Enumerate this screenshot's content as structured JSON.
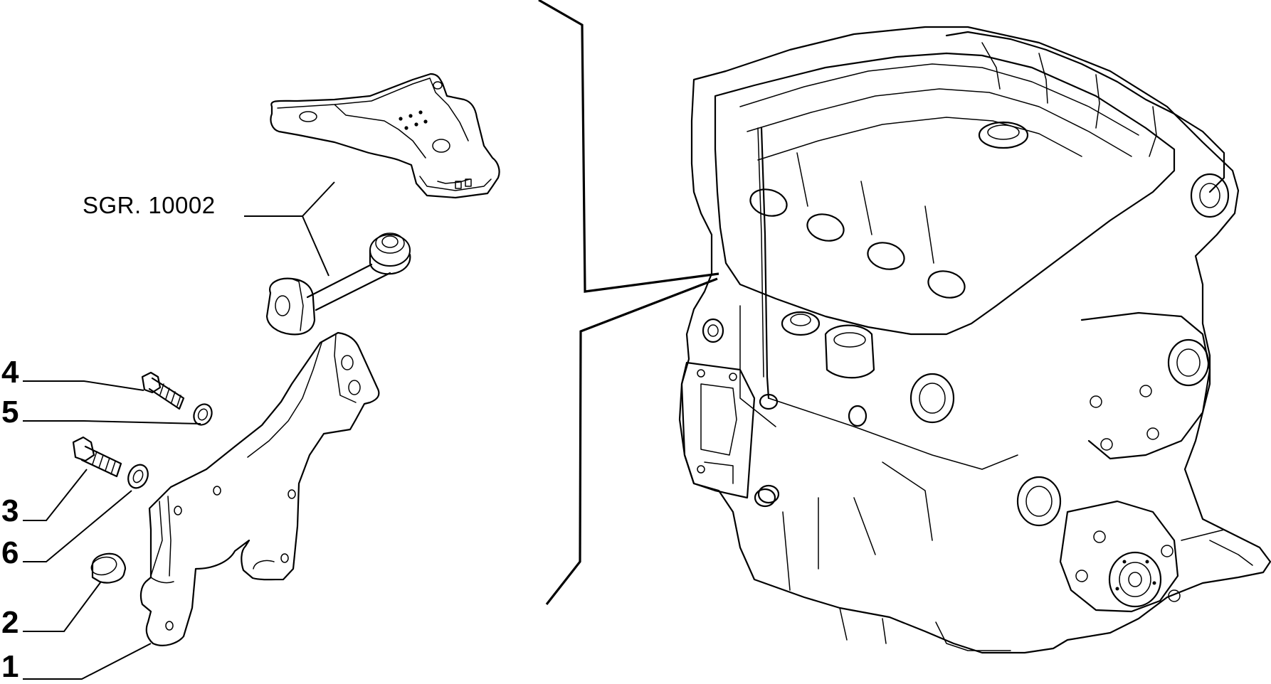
{
  "diagram": {
    "reference_group_label": "SGR. 10002",
    "callouts": [
      {
        "id": "4",
        "label": "4"
      },
      {
        "id": "5",
        "label": "5"
      },
      {
        "id": "3",
        "label": "3"
      },
      {
        "id": "6",
        "label": "6"
      },
      {
        "id": "2",
        "label": "2"
      },
      {
        "id": "1",
        "label": "1"
      }
    ],
    "parts": [
      {
        "icon": "engine-mount-bracket-icon"
      },
      {
        "icon": "torque-rod-icon"
      },
      {
        "icon": "support-bracket-icon"
      },
      {
        "icon": "bolt-icon"
      },
      {
        "icon": "washer-icon"
      },
      {
        "icon": "spacer-bush-icon"
      },
      {
        "icon": "engine-block-icon"
      }
    ]
  }
}
